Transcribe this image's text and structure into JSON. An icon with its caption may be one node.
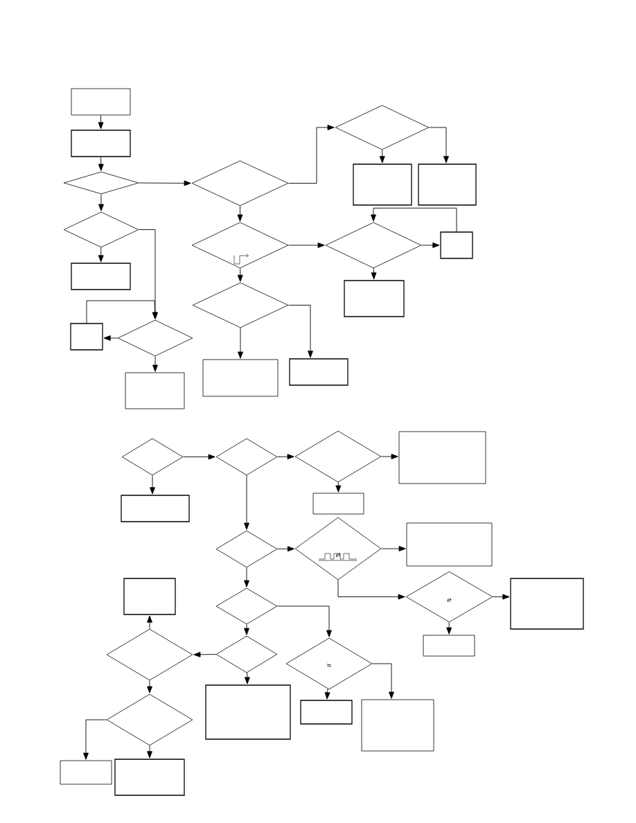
{
  "diagram": {
    "nodes": [
      {
        "text": [],
        "shape": "box"
      },
      {
        "text": [],
        "shape": "box"
      },
      {
        "text": [],
        "shape": "diamond"
      },
      {
        "text": [],
        "shape": "diamond"
      },
      {
        "text": [],
        "shape": "box"
      },
      {
        "text": [],
        "shape": "box"
      },
      {
        "text": [],
        "shape": "diamond"
      },
      {
        "text": [],
        "shape": "box"
      },
      {
        "text": [],
        "shape": "diamond"
      },
      {
        "text": [],
        "shape": "diamond"
      },
      {
        "text": [],
        "shape": "diamond"
      },
      {
        "text": [],
        "shape": "box"
      },
      {
        "text": [],
        "shape": "box"
      },
      {
        "text": [],
        "shape": "diamond"
      },
      {
        "text": [],
        "shape": "box"
      },
      {
        "text": [],
        "shape": "box"
      },
      {
        "text": [],
        "shape": "diamond"
      },
      {
        "text": [],
        "shape": "box"
      },
      {
        "text": [],
        "shape": "box"
      },
      {
        "text": [],
        "shape": "diamond"
      },
      {
        "text": [],
        "shape": "box"
      },
      {
        "text": [],
        "shape": "diamond"
      },
      {
        "text": [],
        "shape": "diamond"
      },
      {
        "text": [],
        "shape": "box"
      },
      {
        "text": [],
        "shape": "box"
      },
      {
        "text": [],
        "shape": "diamond"
      },
      {
        "text": [
          "⇄"
        ]
      },
      {
        "text": [],
        "shape": "box"
      },
      {
        "text": [
          "⇄"
        ]
      },
      {
        "text": [],
        "shape": "box"
      },
      {
        "text": [],
        "shape": "box"
      },
      {
        "text": [],
        "shape": "box"
      },
      {
        "text": [],
        "shape": "diamond"
      },
      {
        "text": [],
        "shape": "diamond"
      },
      {
        "text": [],
        "shape": "diamond"
      },
      {
        "text": [
          "≒"
        ]
      },
      {
        "text": [],
        "shape": "box"
      },
      {
        "text": [],
        "shape": "box"
      },
      {
        "text": [],
        "shape": "box"
      },
      {
        "text": [],
        "shape": "diamond"
      },
      {
        "text": [],
        "shape": "box"
      },
      {
        "text": [],
        "shape": "box"
      }
    ],
    "edges": [
      {
        "from": 0,
        "to": 1,
        "arrow": "to"
      },
      {
        "from": 1,
        "to": 2,
        "arrow": "to"
      },
      {
        "from": 2,
        "to": 8,
        "arrow": "to"
      },
      {
        "from": 2,
        "to": 3,
        "arrow": "to"
      },
      {
        "from": 3,
        "to": 4,
        "arrow": "to"
      },
      {
        "from": 3,
        "to": 6,
        "arrow": "to"
      },
      {
        "from": 6,
        "to": 5,
        "arrow": "to"
      },
      {
        "from": 5,
        "to": 6,
        "arrow": "to"
      },
      {
        "from": 6,
        "to": 7,
        "arrow": "to"
      },
      {
        "from": 8,
        "to": 13,
        "arrow": "to"
      },
      {
        "from": 8,
        "to": 9,
        "arrow": "to"
      },
      {
        "from": 9,
        "to": 10,
        "arrow": "to"
      },
      {
        "from": 9,
        "to": 16,
        "arrow": "to"
      },
      {
        "from": 10,
        "to": 11,
        "arrow": "to"
      },
      {
        "from": 10,
        "to": 12,
        "arrow": "to"
      },
      {
        "from": 13,
        "to": 14,
        "arrow": "to"
      },
      {
        "from": 13,
        "to": 15,
        "arrow": "to"
      },
      {
        "from": 16,
        "to": 17,
        "arrow": "to"
      },
      {
        "from": 17,
        "to": 16,
        "arrow": "to"
      },
      {
        "from": 16,
        "to": 18,
        "arrow": "to"
      },
      {
        "from": 19,
        "to": 21,
        "arrow": "to"
      },
      {
        "from": 19,
        "to": 20,
        "arrow": "to"
      },
      {
        "from": 21,
        "to": 22,
        "arrow": "to"
      },
      {
        "from": 21,
        "to": 25,
        "arrow": "to"
      },
      {
        "from": 22,
        "to": 23,
        "arrow": "to"
      },
      {
        "from": 22,
        "to": 24,
        "arrow": "to"
      },
      {
        "from": 25,
        "to": 26,
        "arrow": "to"
      },
      {
        "from": 25,
        "to": 32,
        "arrow": "to"
      },
      {
        "from": 26,
        "to": 27,
        "arrow": "to"
      },
      {
        "from": 26,
        "to": 28,
        "arrow": "to"
      },
      {
        "from": 28,
        "to": 29,
        "arrow": "to"
      },
      {
        "from": 28,
        "to": 30,
        "arrow": "to"
      },
      {
        "from": 32,
        "to": 34,
        "arrow": "to"
      },
      {
        "from": 32,
        "to": 35,
        "arrow": "to"
      },
      {
        "from": 34,
        "to": 33,
        "arrow": "to"
      },
      {
        "from": 34,
        "to": 36,
        "arrow": "to"
      },
      {
        "from": 33,
        "to": 31,
        "arrow": "to"
      },
      {
        "from": 33,
        "to": 39,
        "arrow": "to"
      },
      {
        "from": 39,
        "to": 40,
        "arrow": "to"
      },
      {
        "from": 39,
        "to": 41,
        "arrow": "to"
      },
      {
        "from": 35,
        "to": 37,
        "arrow": "to"
      },
      {
        "from": 35,
        "to": 38,
        "arrow": "to"
      }
    ]
  }
}
